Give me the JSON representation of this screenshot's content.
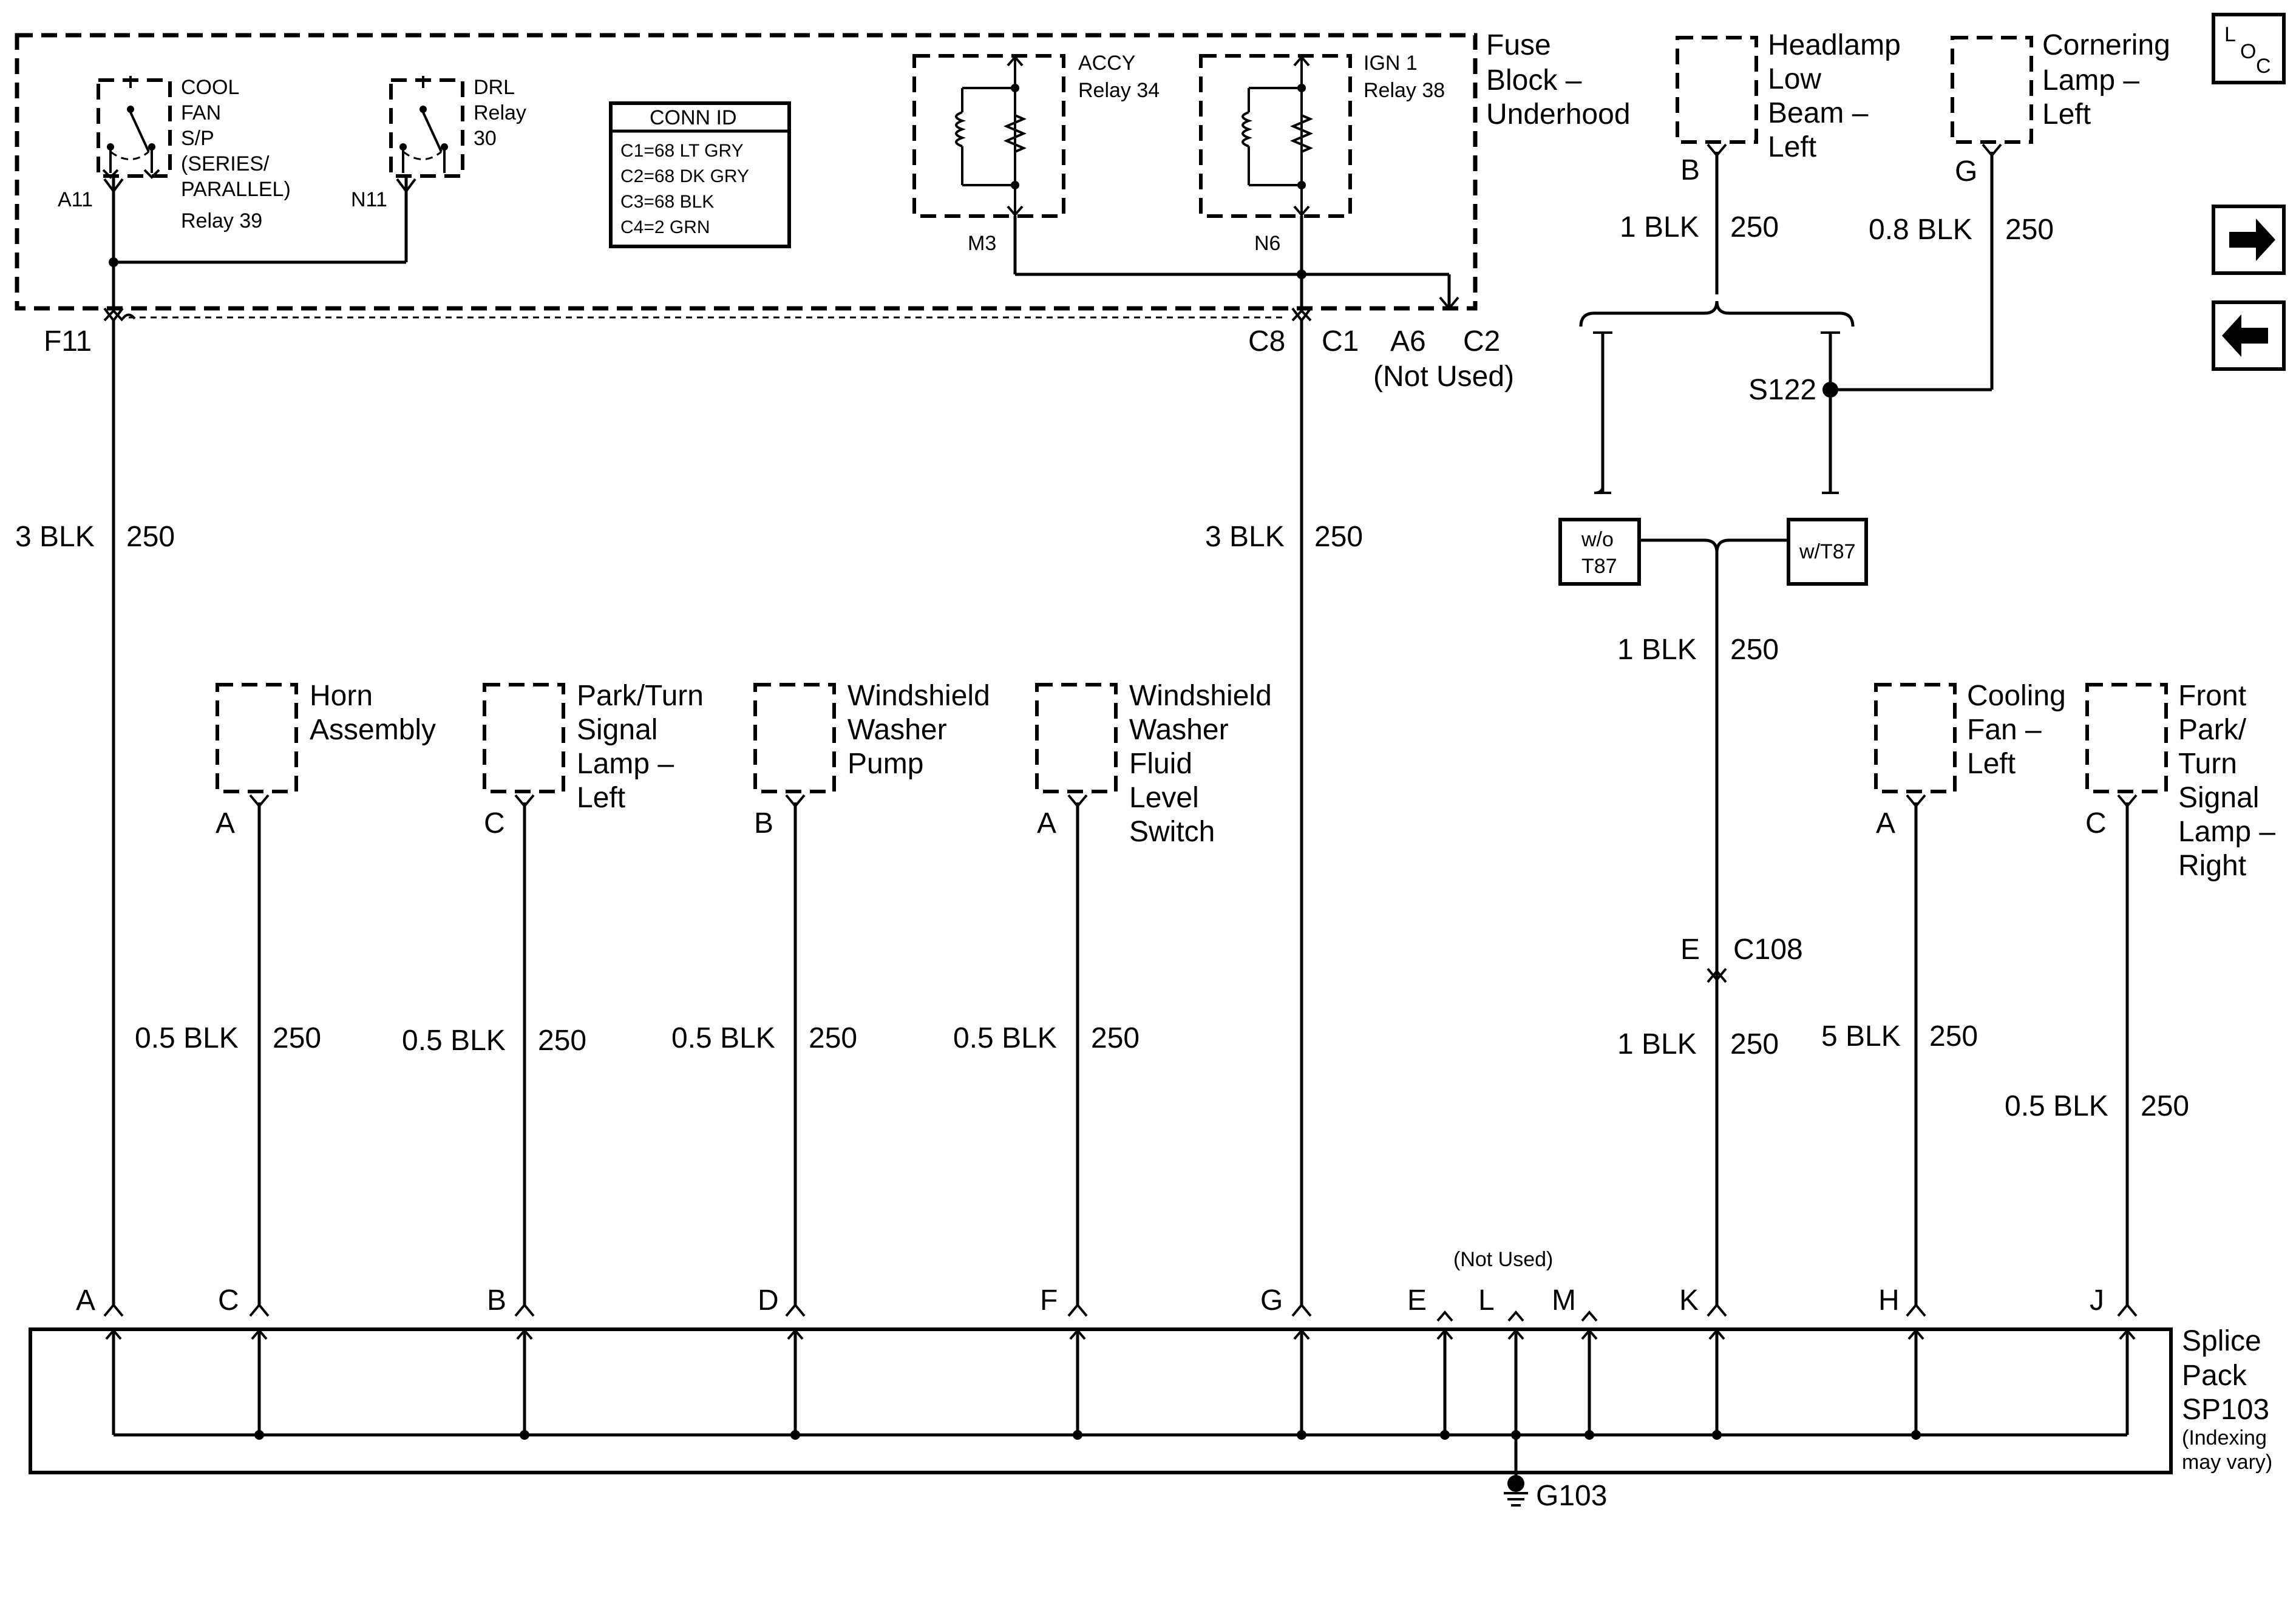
{
  "loc_label": [
    "L",
    "O",
    "C"
  ],
  "nav": {
    "forward": "➡",
    "back": "⬅"
  },
  "fuse_block": {
    "title": [
      "Fuse",
      "Block –",
      "Underhood"
    ],
    "cool_fan_relay": {
      "label": [
        "COOL",
        "FAN",
        "S/P",
        "(SERIES/",
        "PARALLEL)",
        "Relay 39"
      ],
      "pin": "A11"
    },
    "drl_relay": {
      "label": [
        "DRL",
        "Relay",
        "30"
      ],
      "pin": "N11"
    },
    "accy_relay": {
      "label": [
        "ACCY",
        "Relay 34"
      ],
      "pin": "M3"
    },
    "ign1_relay": {
      "label": [
        "IGN 1",
        "Relay 38"
      ],
      "pin": "N6"
    },
    "conn_id": {
      "title": "CONN ID",
      "rows": [
        "C1=68 LT GRY",
        "C2=68 DK GRY",
        "C3=68 BLK",
        "C4=2 GRN"
      ]
    },
    "left_out": "F11",
    "right_out": [
      "C8",
      "C1",
      "A6",
      "C2"
    ],
    "not_used": "(Not Used)"
  },
  "headlamp": {
    "label": [
      "Headlamp",
      "Low",
      "Beam –",
      "Left"
    ],
    "pin": "B",
    "wire": "1 BLK",
    "circuit": "250"
  },
  "cornering_lamp": {
    "label": [
      "Cornering",
      "Lamp –",
      "Left"
    ],
    "pin": "G",
    "wire": "0.8 BLK",
    "circuit": "250"
  },
  "splice_s122": "S122",
  "option_wo": [
    "w/o",
    "T87"
  ],
  "option_w": "w/T87",
  "main_left_wire": {
    "wire": "3 BLK",
    "circuit": "250"
  },
  "main_mid_wire": {
    "wire": "3 BLK",
    "circuit": "250"
  },
  "right_wire_upper": {
    "wire": "1 BLK",
    "circuit": "250"
  },
  "connector_c108": {
    "pin": "E",
    "name": "C108"
  },
  "right_wire_lower": {
    "wire": "1 BLK",
    "circuit": "250"
  },
  "components": [
    {
      "label": [
        "Horn",
        "Assembly"
      ],
      "pin": "A",
      "wire": "0.5 BLK",
      "circuit": "250"
    },
    {
      "label": [
        "Park/Turn",
        "Signal",
        "Lamp –",
        "Left"
      ],
      "pin": "C",
      "wire": "0.5 BLK",
      "circuit": "250"
    },
    {
      "label": [
        "Windshield",
        "Washer",
        "Pump"
      ],
      "pin": "B",
      "wire": "0.5 BLK",
      "circuit": "250"
    },
    {
      "label": [
        "Windshield",
        "Washer",
        "Fluid",
        "Level",
        "Switch"
      ],
      "pin": "A",
      "wire": "0.5 BLK",
      "circuit": "250"
    },
    {
      "label": [
        "Cooling",
        "Fan –",
        "Left"
      ],
      "pin": "A",
      "wire": "5 BLK",
      "circuit": "250"
    },
    {
      "label": [
        "Front",
        "Park/",
        "Turn",
        "Signal",
        "Lamp –",
        "Right"
      ],
      "pin": "C",
      "wire": "0.5 BLK",
      "circuit": "250"
    }
  ],
  "splice_pack": {
    "label": [
      "Splice",
      "Pack",
      "SP103"
    ],
    "note": [
      "(Indexing",
      "may vary)"
    ],
    "pins": [
      "A",
      "C",
      "B",
      "D",
      "F",
      "G",
      "E",
      "L",
      "M",
      "K",
      "H",
      "J"
    ],
    "not_used": "(Not Used)"
  },
  "ground": "G103"
}
